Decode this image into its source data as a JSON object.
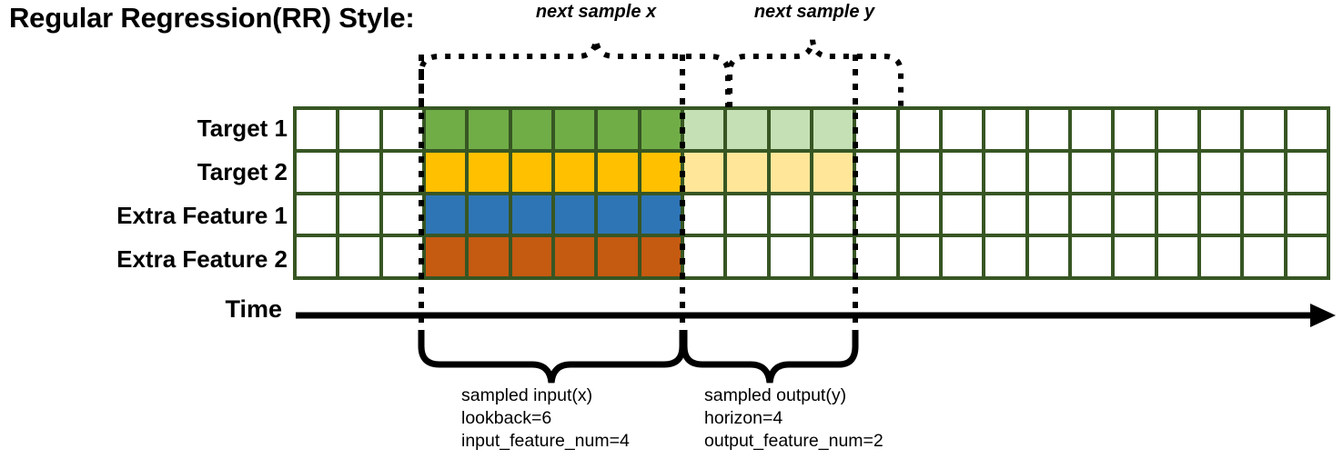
{
  "title": "Regular Regression(RR) Style:",
  "row_labels": [
    "Target 1",
    "Target 2",
    "Extra Feature 1",
    "Extra Feature 2"
  ],
  "axis": {
    "time_label": "Time"
  },
  "top_annotations": [
    {
      "label": "next sample x"
    },
    {
      "label": "next sample y"
    }
  ],
  "bottom_annotations": [
    {
      "line1": "sampled input(x)",
      "line2": "lookback=6",
      "line3": "input_feature_num=4"
    },
    {
      "line1": "sampled output(y)",
      "line2": "horizon=4",
      "line3": "output_feature_num=2"
    }
  ],
  "colors": {
    "grid_border": "#375623",
    "green": "#70ad47",
    "green_light": "#c5e0b4",
    "yellow": "#ffc000",
    "yellow_light": "#ffe699",
    "blue": "#2e75b6",
    "orange": "#c55a11",
    "white": "#ffffff",
    "ink": "#000000"
  },
  "grid": {
    "columns": 24,
    "rows": 4,
    "lookback_start_col": 3,
    "lookback_end_col": 9,
    "horizon_end_col": 13,
    "cells": [
      [
        "white",
        "white",
        "white",
        "green",
        "green",
        "green",
        "green",
        "green",
        "green",
        "green_light",
        "green_light",
        "green_light",
        "green_light",
        "white",
        "white",
        "white",
        "white",
        "white",
        "white",
        "white",
        "white",
        "white",
        "white",
        "white"
      ],
      [
        "white",
        "white",
        "white",
        "yellow",
        "yellow",
        "yellow",
        "yellow",
        "yellow",
        "yellow",
        "yellow_light",
        "yellow_light",
        "yellow_light",
        "yellow_light",
        "white",
        "white",
        "white",
        "white",
        "white",
        "white",
        "white",
        "white",
        "white",
        "white",
        "white"
      ],
      [
        "white",
        "white",
        "white",
        "blue",
        "blue",
        "blue",
        "blue",
        "blue",
        "blue",
        "white",
        "white",
        "white",
        "white",
        "white",
        "white",
        "white",
        "white",
        "white",
        "white",
        "white",
        "white",
        "white",
        "white",
        "white"
      ],
      [
        "white",
        "white",
        "white",
        "orange",
        "orange",
        "orange",
        "orange",
        "orange",
        "orange",
        "white",
        "white",
        "white",
        "white",
        "white",
        "white",
        "white",
        "white",
        "white",
        "white",
        "white",
        "white",
        "white",
        "white",
        "white"
      ]
    ]
  }
}
